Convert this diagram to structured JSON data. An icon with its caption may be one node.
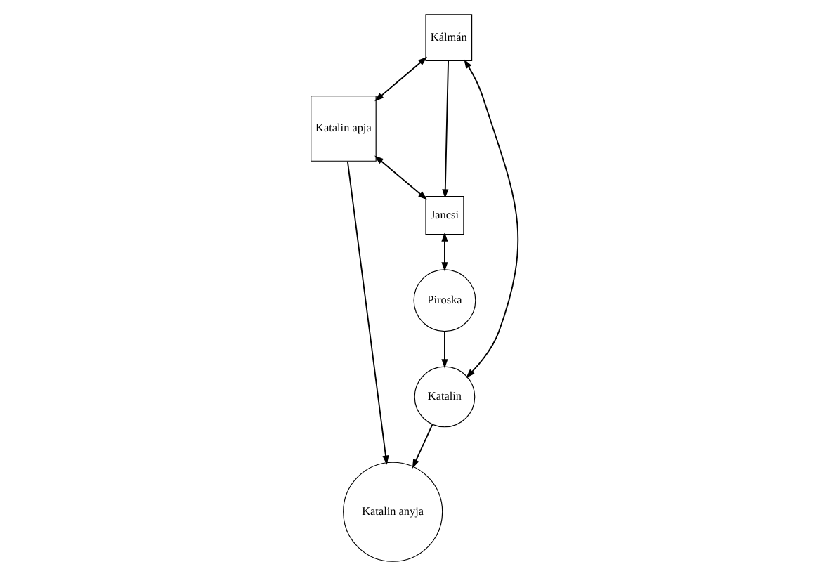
{
  "diagram": {
    "nodes": [
      {
        "text": [
          "Kálmán"
        ]
      },
      {
        "text": [
          "Katalin apja"
        ]
      },
      {
        "text": [
          "Katalin anyja"
        ]
      },
      {
        "text": [
          "Jancsi"
        ]
      },
      {
        "text": [
          "Piroska"
        ]
      },
      {
        "text": [
          "Katalin"
        ]
      }
    ],
    "edges": [
      {
        "from": 0,
        "to": 3,
        "arrow": "to"
      },
      {
        "from": 0,
        "to": 1,
        "arrow": "both"
      },
      {
        "from": 1,
        "to": 3,
        "arrow": "both"
      },
      {
        "from": 1,
        "to": 2,
        "arrow": "to"
      },
      {
        "from": 3,
        "to": 4,
        "arrow": "both"
      },
      {
        "from": 4,
        "to": 5,
        "arrow": "to"
      },
      {
        "from": 5,
        "to": 2,
        "arrow": "to"
      },
      {
        "from": 0,
        "to": 5,
        "arrow": "both"
      }
    ]
  }
}
